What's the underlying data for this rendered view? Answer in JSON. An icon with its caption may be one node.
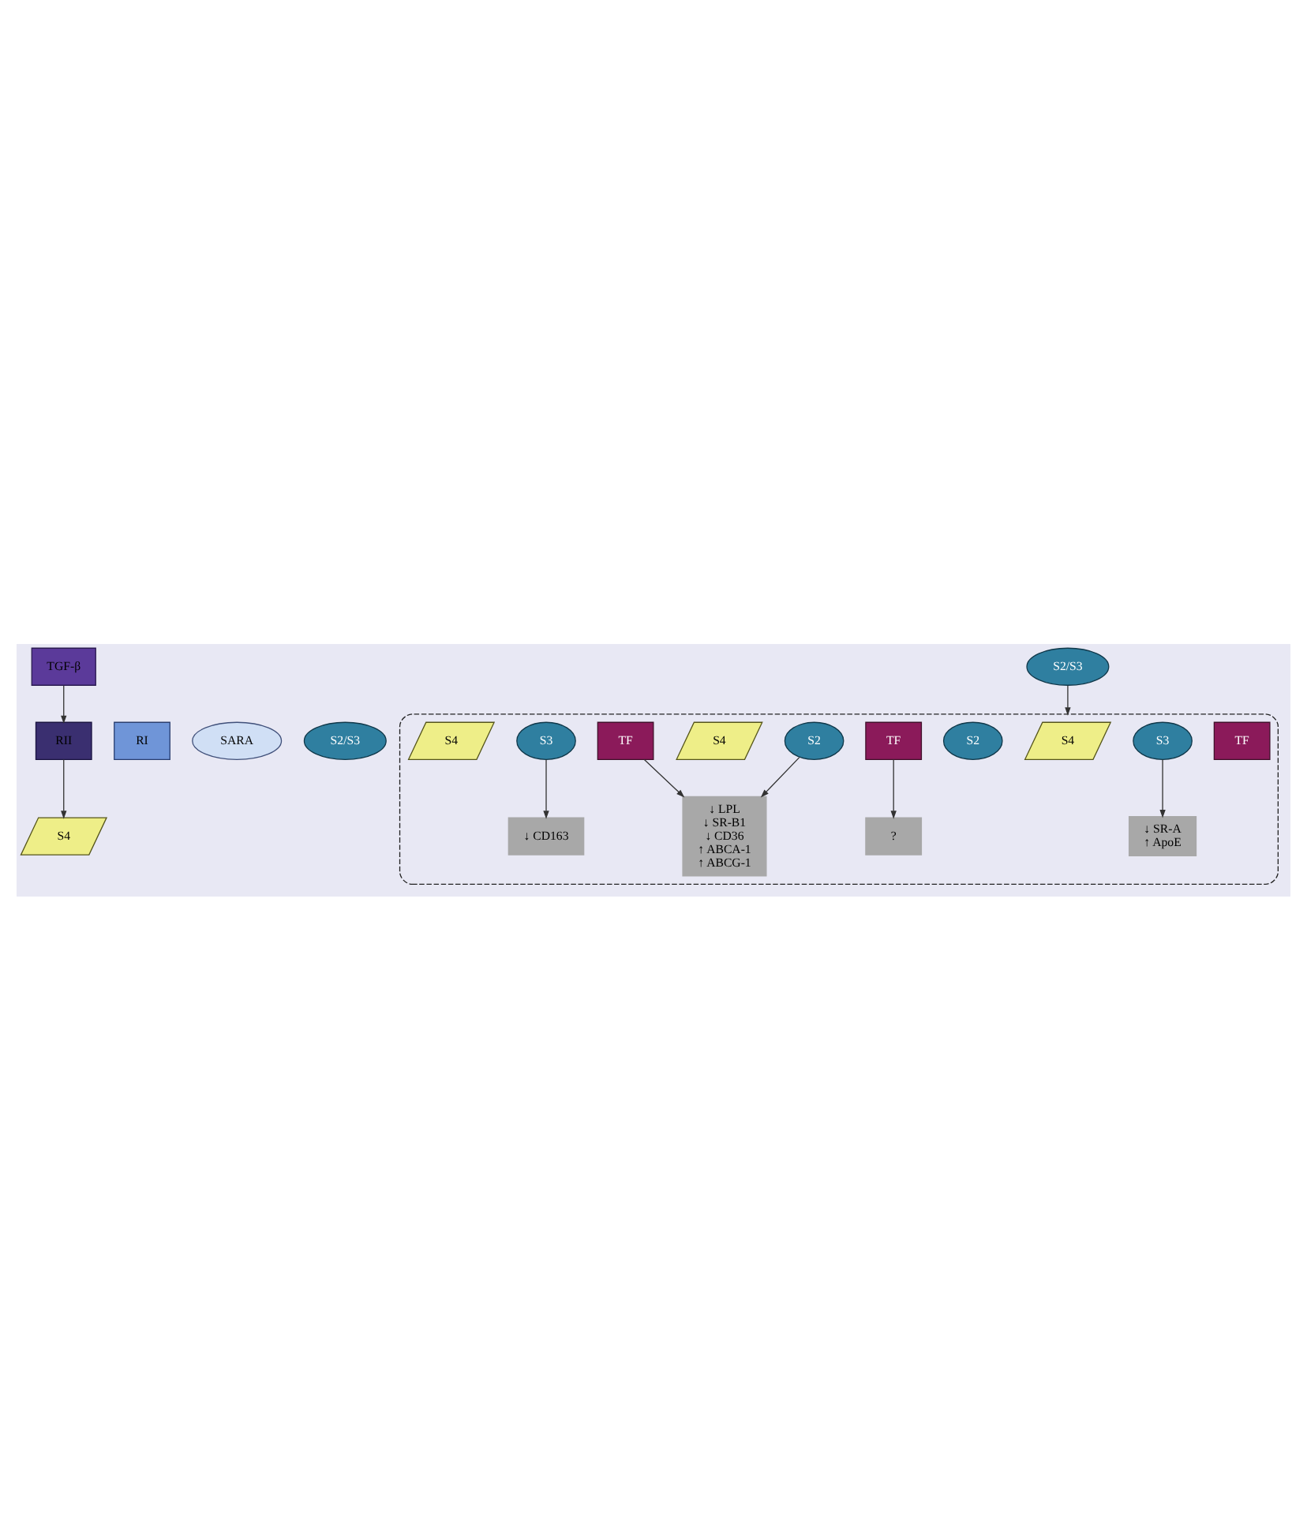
{
  "diagram": {
    "nodes": [
      {
        "text": [
          "TGF-β"
        ]
      },
      {
        "text": [
          "RI"
        ]
      },
      {
        "text": [
          "RII"
        ]
      },
      {
        "text": [
          "SARA"
        ]
      },
      {
        "text": [
          "S2/S3"
        ]
      },
      {
        "text": [
          "S4"
        ]
      },
      {
        "text": [
          "S2/S3"
        ]
      },
      {
        "text": [],
        "shape": "ellipse"
      },
      {
        "text": [
          "S4"
        ],
        "in": 7
      },
      {
        "text": [
          "S3"
        ],
        "in": 7
      },
      {
        "text": [
          "TF"
        ],
        "in": 7
      },
      {
        "text": [
          "S4"
        ],
        "in": 7
      },
      {
        "text": [
          "S2"
        ],
        "in": 7
      },
      {
        "text": [
          "TF"
        ],
        "in": 7
      },
      {
        "text": [
          "S2"
        ],
        "in": 7
      },
      {
        "text": [
          "S4"
        ],
        "in": 7
      },
      {
        "text": [
          "S3"
        ],
        "in": 7
      },
      {
        "text": [
          "TF"
        ],
        "in": 7
      },
      {
        "text": [
          "↓ CD163"
        ],
        "in": 7
      },
      {
        "text": [
          "↓ LPL",
          "↓ SR-B1",
          "↓ CD36",
          "↑ ABCA-1",
          "↑ ABCG-1"
        ],
        "in": 7
      },
      {
        "text": [
          "?"
        ],
        "in": 7
      },
      {
        "text": [
          "↓ SR-A",
          "↑ ApoE"
        ],
        "in": 7
      }
    ],
    "edges": [
      {
        "from": 0,
        "to": 2,
        "arrow": "to"
      },
      {
        "from": 2,
        "to": 5,
        "arrow": "to"
      },
      {
        "from": 6,
        "to": 7,
        "arrow": "to"
      },
      {
        "from": 9,
        "to": 18,
        "arrow": "to"
      },
      {
        "from": 10,
        "to": 19,
        "arrow": "to"
      },
      {
        "from": 12,
        "to": 19,
        "arrow": "to"
      },
      {
        "from": 13,
        "to": 20,
        "arrow": "to"
      },
      {
        "from": 16,
        "to": 21,
        "arrow": "to"
      }
    ]
  }
}
